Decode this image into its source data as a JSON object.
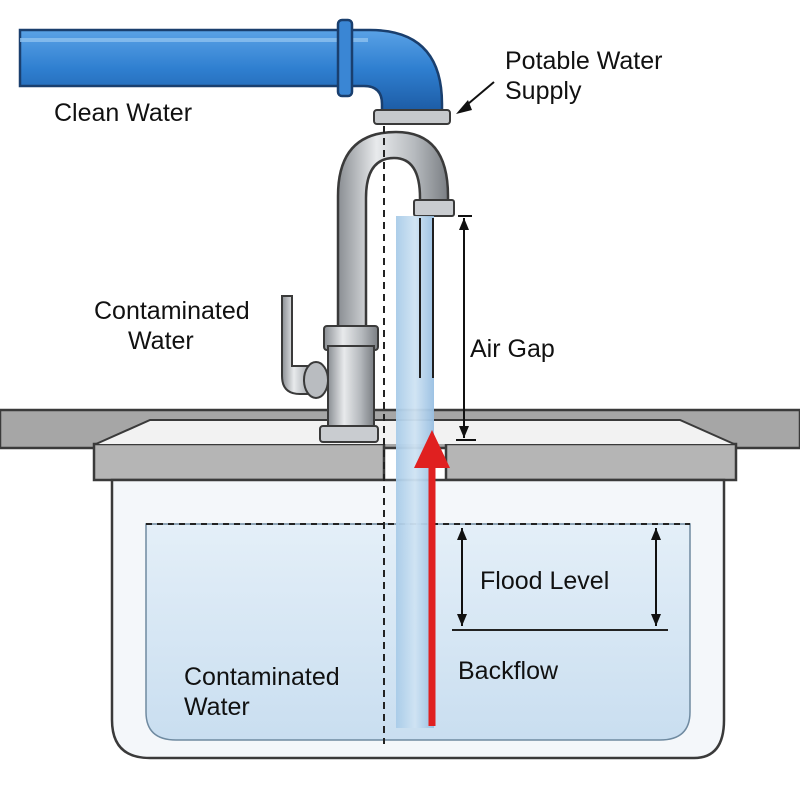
{
  "labels": {
    "clean_water": "Clean Water",
    "potable_line1": "Potable Water",
    "potable_line2": "Supply",
    "contaminated_top_line1": "Contaminated",
    "contaminated_top_line2": "Water",
    "air_gap": "Air Gap",
    "flood_level": "Flood Level",
    "backflow": "Backflow",
    "contaminated_bottom_line1": "Contaminated",
    "contaminated_bottom_line2": "Water"
  },
  "colors": {
    "pipe": "#2f7fd0",
    "pipe_dark": "#1e5fa8",
    "chrome": "#b8bcc0",
    "chrome_dark": "#7d8186",
    "counter": "#a9a9a9",
    "basin_water": "#d7e7f3",
    "stream": "#a9cbe6",
    "backflow_arrow": "#e02020"
  },
  "icons": {
    "backflow": "arrow-up-icon",
    "pointer": "arrow-pointer-icon"
  }
}
